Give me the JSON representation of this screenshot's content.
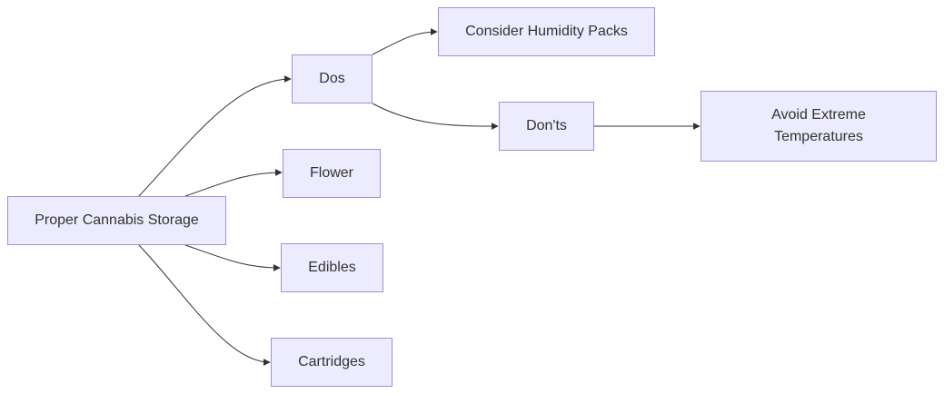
{
  "diagram": {
    "nodes": {
      "root": "Proper Cannabis Storage",
      "dos": "Dos",
      "flower": "Flower",
      "edibles": "Edibles",
      "cartridges": "Cartridges",
      "humidity": "Consider Humidity Packs",
      "donts": "Don'ts",
      "avoid": "Avoid Extreme Temperatures"
    },
    "edges": [
      {
        "from": "root",
        "to": "dos"
      },
      {
        "from": "root",
        "to": "flower"
      },
      {
        "from": "root",
        "to": "edibles"
      },
      {
        "from": "root",
        "to": "cartridges"
      },
      {
        "from": "dos",
        "to": "humidity"
      },
      {
        "from": "dos",
        "to": "donts"
      },
      {
        "from": "donts",
        "to": "avoid"
      }
    ],
    "colors": {
      "node_fill": "#ececfe",
      "node_border": "#9f90d8",
      "edge": "#333333",
      "text": "#333333"
    }
  }
}
